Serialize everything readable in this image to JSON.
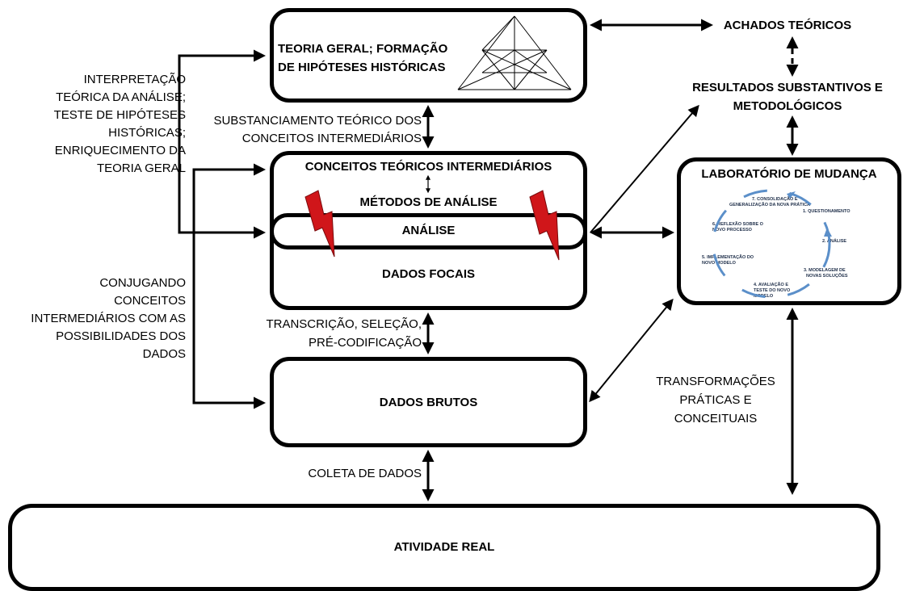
{
  "boxes": {
    "teoria": [
      "TEORIA GERAL; FORMAÇÃO",
      "DE HIPÓTESES HISTÓRICAS"
    ],
    "conceitos": "CONCEITOS TEÓRICOS INTERMEDIÁRIOS",
    "metodos": "MÉTODOS DE ANÁLISE",
    "analise": "ANÁLISE",
    "dados_focais": "DADOS FOCAIS",
    "dados_brutos": "DADOS BRUTOS",
    "atividade_real": "ATIVIDADE REAL",
    "laboratorio": "LABORATÓRIO DE MUDANÇA"
  },
  "right_labels": {
    "achados": "ACHADOS TEÓRICOS",
    "resultados": [
      "RESULTADOS SUBSTANTIVOS E",
      "METODOLÓGICOS"
    ]
  },
  "edge_labels": {
    "interpretacao": [
      "INTERPRETAÇÃO",
      "TEÓRICA DA ANÁLISE;",
      "TESTE DE HIPÓTESES",
      "HISTÓRICAS;",
      "ENRIQUECIMENTO DA",
      "TEORIA GERAL"
    ],
    "conjugando": [
      "CONJUGANDO",
      "CONCEITOS",
      "INTERMEDIÁRIOS COM AS",
      "POSSIBILIDADES DOS",
      "DADOS"
    ],
    "substanciamento": [
      "SUBSTANCIAMENTO TEÓRICO DOS",
      "CONCEITOS INTERMEDIÁRIOS"
    ],
    "transcricao": [
      "TRANSCRIÇÃO, SELEÇÃO,",
      "PRÉ-CODIFICAÇÃO"
    ],
    "coleta": "COLETA DE DADOS",
    "transformacoes": [
      "TRANSFORMAÇÕES",
      "PRÁTICAS E",
      "CONCEITUAIS"
    ]
  },
  "cycle_steps": [
    [
      "1. QUESTIONAMENTO"
    ],
    [
      "2. ANÁLISE"
    ],
    [
      "3. MODELAGEM DE",
      "NOVAS SOLUÇÕES"
    ],
    [
      "4. AVALIAÇÃO E",
      "TESTE    DO NOVO",
      "MODELO"
    ],
    [
      "5. IMPLEMENTAÇÃO DO",
      "NOVO MODELO"
    ],
    [
      "6. REFLEXÃO SOBRE O",
      "NOVO PROCESSO"
    ],
    [
      "7. CONSOLIDAÇÃO E",
      "GENERALIZAÇÃO DA NOVA PRÁTICA"
    ]
  ],
  "colors": {
    "lightning": "#d0161a",
    "cycle_arrow": "#5b8fc9",
    "stroke": "#000000"
  }
}
